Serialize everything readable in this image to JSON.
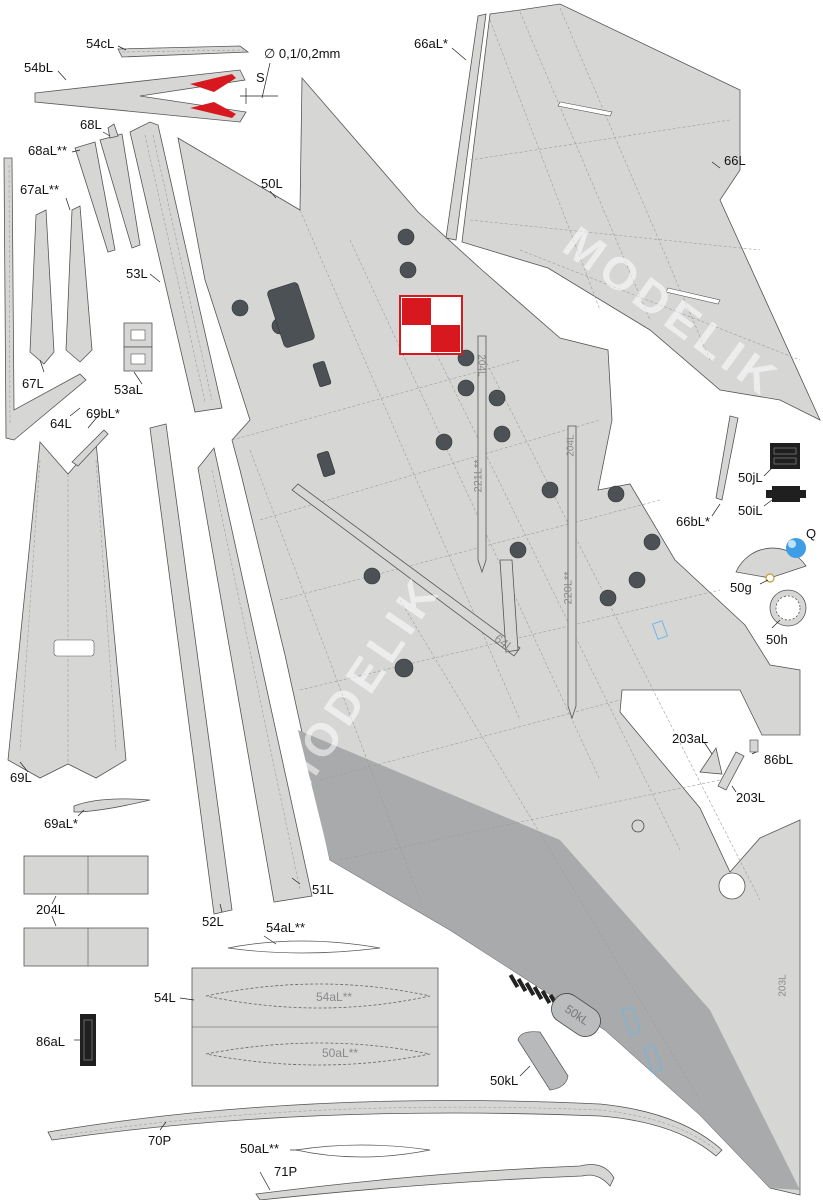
{
  "sheet": {
    "watermark": "MODELIK",
    "wire_note": "∅ 0,1/0,2mm",
    "seam_letter": "S",
    "labels": {
      "p54cL": "54cL",
      "p54bL": "54bL",
      "p66aL": "66aL*",
      "p68L": "68L",
      "p68aL": "68aL**",
      "p67aL": "67aL**",
      "p50L": "50L",
      "p66L": "66L",
      "p53L": "53L",
      "p53aL": "53aL",
      "p67L": "67L",
      "p64L": "64L",
      "p69bL": "69bL*",
      "p50jL": "50jL",
      "p50iL": "50iL",
      "p66bL": "66bL*",
      "pQ": "Q",
      "p50g": "50g",
      "p50h": "50h",
      "p203aL": "203aL",
      "p86bL": "86bL",
      "p203L": "203L",
      "p69L": "69L",
      "p69aL": "69aL*",
      "p204L": "204L",
      "p51L": "51L",
      "p52L": "52L",
      "p54aL": "54aL**",
      "p54L": "54L",
      "p86aL": "86aL",
      "p50kL": "50kL",
      "p70P": "70P",
      "p50aL": "50aL**",
      "p71P": "71P"
    },
    "part_markings": {
      "m204L": "204L",
      "m221L": "221L**",
      "m204L_b": "204L",
      "m220L": "220L**",
      "m64L": "64L",
      "m54aL": "54aL**",
      "m50aL": "50aL**",
      "m50kL": "50kL",
      "m203L": "203L"
    },
    "colors": {
      "panel_grey": "#d6d7d5",
      "shadow_grey": "#a9aaab",
      "insignia_red": "#d7181e",
      "round_dark": "#4b5155",
      "light_blue": "#6fb7e6"
    }
  }
}
